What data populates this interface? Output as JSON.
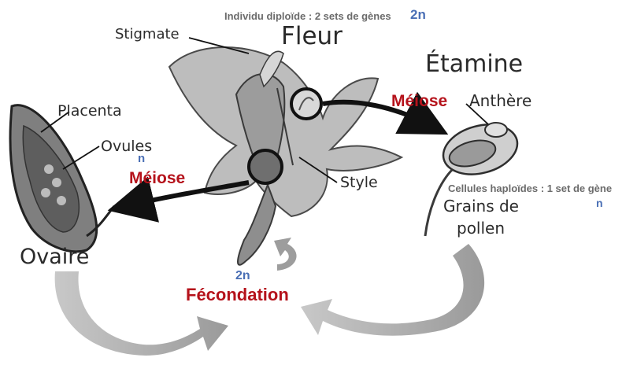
{
  "header": {
    "caption": "Individu diploïde : 2 sets de gènes",
    "caption_ploidy": "2n"
  },
  "flower": {
    "title": "Fleur",
    "stigma_label": "Stigmate",
    "style_label": "Style"
  },
  "ovary": {
    "title": "Ovaire",
    "placenta_label": "Placenta",
    "ovules_label": "Ovules",
    "ploidy": "n",
    "meiosis_label": "Méiose"
  },
  "stamen": {
    "title": "Étamine",
    "anther_label": "Anthère",
    "meiosis_label": "Méiose",
    "haploid_caption": "Cellules haploïdes : 1 set de gène",
    "haploid_ploidy": "n",
    "pollen_label_line1": "Grains de",
    "pollen_label_line2": "pollen"
  },
  "fertilization": {
    "ploidy": "2n",
    "label": "Fécondation"
  },
  "colors": {
    "accent_red": "#b5121b",
    "ploidy_blue": "#4a6fb5",
    "cycle_arrow_grey": "#a8a8a8",
    "drawing_grey": "#8a8a8a"
  }
}
